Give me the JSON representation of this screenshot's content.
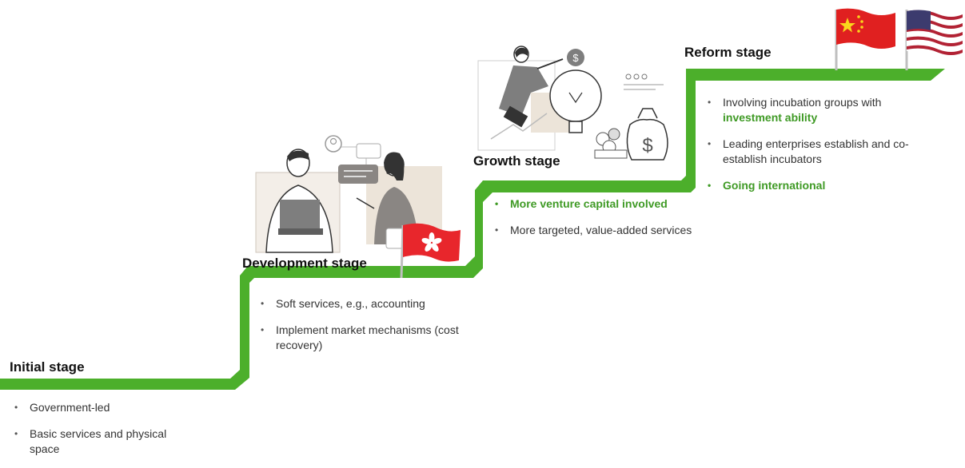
{
  "colors": {
    "step_line": "#4caf2b",
    "highlight_text": "#3f9a25",
    "illustration_gray": "#8c8c8c",
    "illustration_beige": "#e9e1d6",
    "hk_flag_red": "#e8262c",
    "cn_flag_red": "#e02020",
    "us_flag_blue": "#3c3b6e",
    "us_flag_red": "#b22234"
  },
  "stages": {
    "initial": {
      "title": "Initial stage",
      "bullets": [
        "Government-led",
        "Basic services and physical space"
      ]
    },
    "development": {
      "title": "Development stage",
      "bullets": [
        "Soft services, e.g., accounting",
        "Implement market mechanisms (cost recovery)"
      ],
      "flag_icon": "hong-kong-flag-icon"
    },
    "growth": {
      "title": "Growth stage",
      "bullets": [
        {
          "text": "More venture capital involved",
          "highlight": true
        },
        {
          "text": "More targeted, value-added services",
          "highlight": false
        }
      ]
    },
    "reform": {
      "title": "Reform stage",
      "bullet1": {
        "prefix": "Involving incubation groups with ",
        "emphasis": "investment ability"
      },
      "bullet2": "Leading enterprises establish and co-establish incubators",
      "bullet3": "Going international",
      "flag_icons": [
        "china-flag-icon",
        "usa-flag-icon"
      ]
    }
  }
}
